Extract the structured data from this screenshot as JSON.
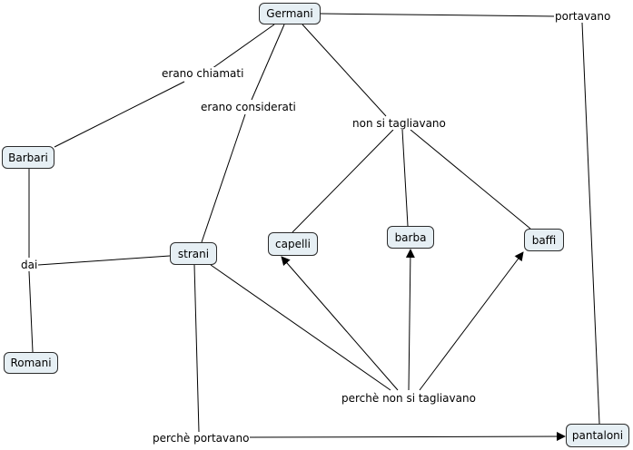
{
  "concepts": {
    "germani": "Germani",
    "barbari": "Barbari",
    "romani": "Romani",
    "strani": "strani",
    "capelli": "capelli",
    "barba": "barba",
    "baffi": "baffi",
    "pantaloni": "pantaloni"
  },
  "links": {
    "erano_chiamati": "erano chiamati",
    "erano_considerati": "erano considerati",
    "non_si_tagliavano": "non si tagliavano",
    "portavano": "portavano",
    "dai": "dai",
    "perche_non_si_tagliavano": "perchè non si tagliavano",
    "perche_portavano": "perchè portavano"
  }
}
